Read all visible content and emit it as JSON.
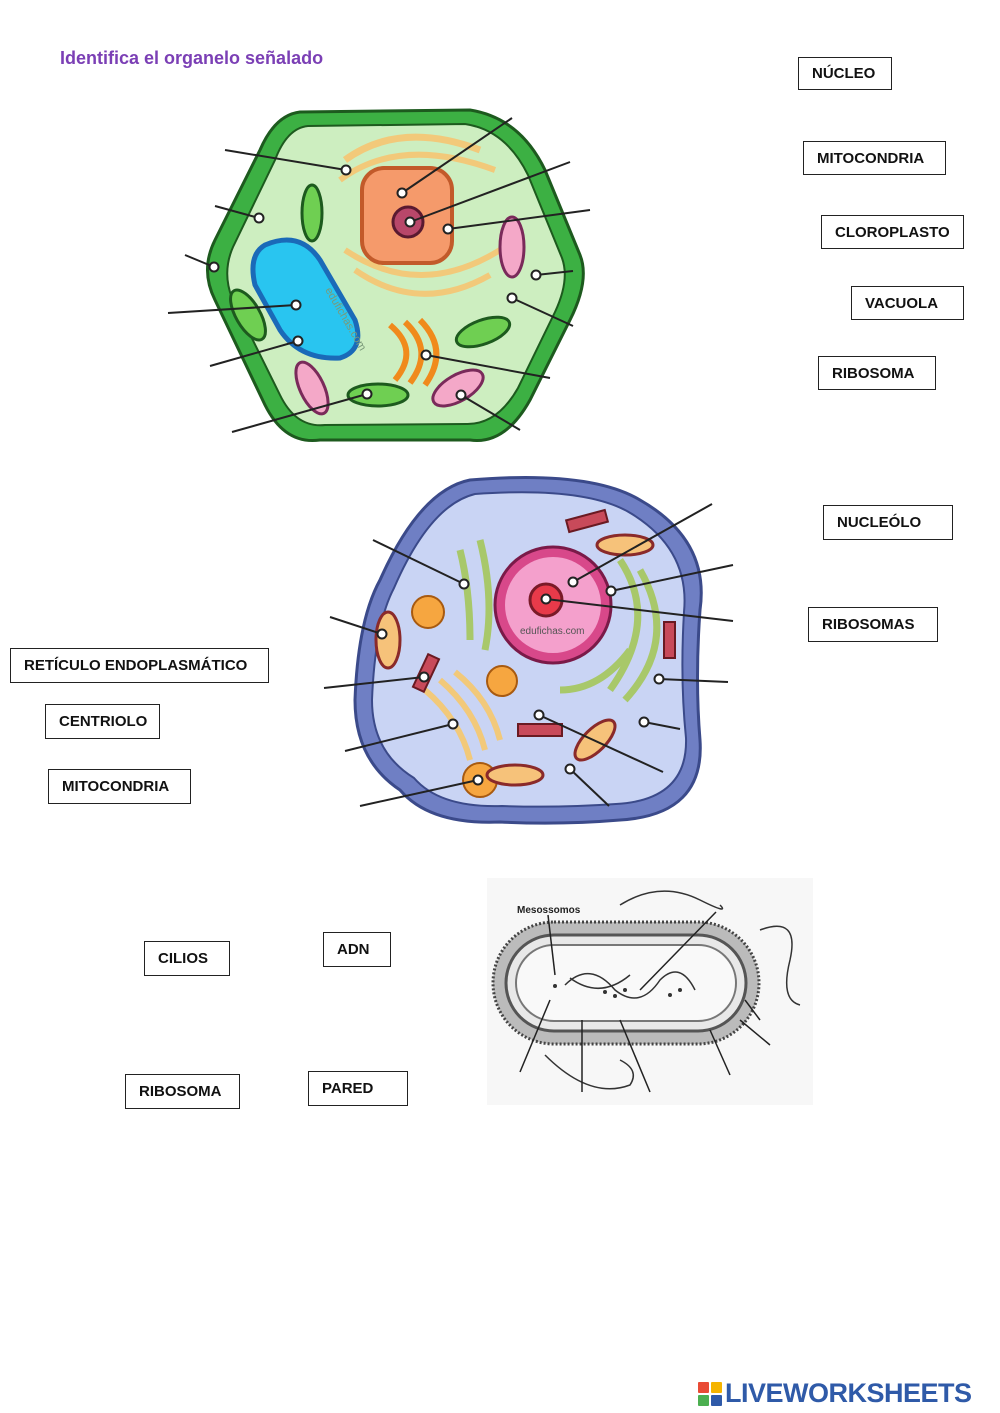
{
  "title": "Identifica el organelo señalado",
  "plant_labels": [
    "NÚCLEO",
    "MITOCONDRIA",
    "CLOROPLASTO",
    "VACUOLA",
    "RIBOSOMA"
  ],
  "animal_labels": [
    "NUCLEÓLO",
    "RIBOSOMAS",
    "RETÍCULO ENDOPLASMÁTICO",
    "CENTRIOLO",
    "MITOCONDRIA"
  ],
  "bacteria_labels": [
    "CILIOS",
    "ADN",
    "RIBOSOMA",
    "PARED"
  ],
  "watermark": "edufichas.com",
  "bacteria_caption": "Mesossomos",
  "footer_brand": "LIVEWORKSHEETS",
  "colors": {
    "title": "#7b3fb5",
    "plant_wall": "#3cb043",
    "plant_cytoplasm": "#cdeec0",
    "animal_membrane": "#6f7fc4",
    "animal_cytoplasm": "#c9d4f4",
    "brand": "#2f5aa8"
  }
}
